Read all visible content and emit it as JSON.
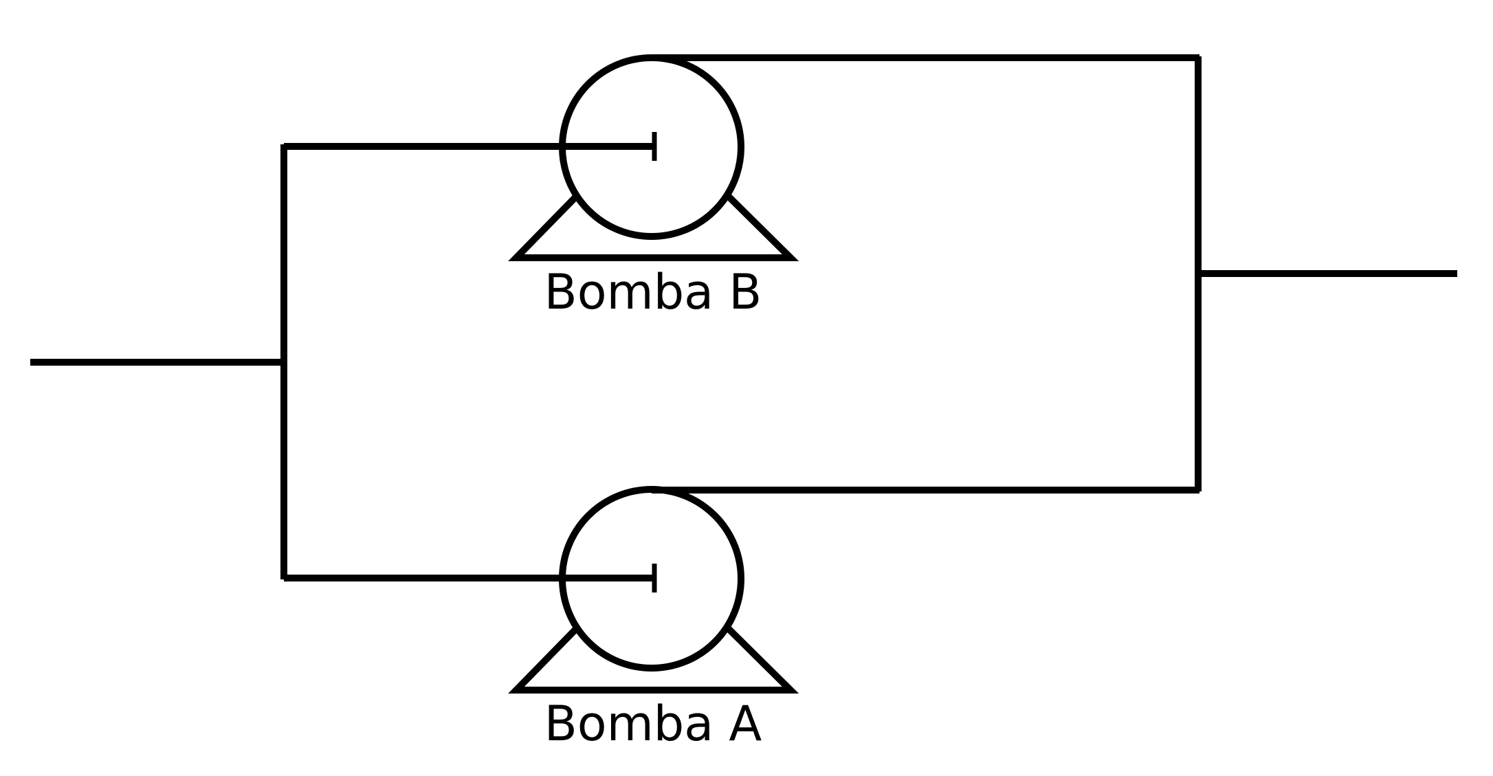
{
  "diagram": {
    "pumps": [
      {
        "id": "pump-b",
        "label": "Bomba B"
      },
      {
        "id": "pump-a",
        "label": "Bomba A"
      }
    ],
    "colors": {
      "line": "#000000",
      "background": "#ffffff"
    }
  }
}
